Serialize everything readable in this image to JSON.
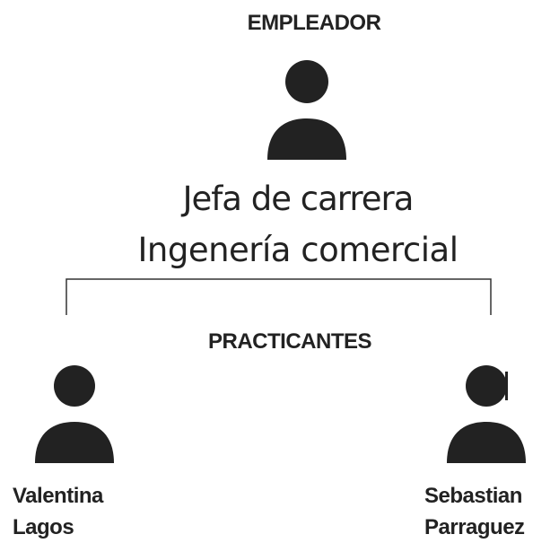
{
  "employer": {
    "heading": "EMPLEADOR",
    "title_line_1": "Jefa de carrera",
    "title_line_2": "Ingenería comercial",
    "icon": "person-icon"
  },
  "trainees": {
    "heading": "PRACTICANTES",
    "people": [
      {
        "first_name": "Valentina",
        "last_name": "Lagos",
        "icon": "person-icon"
      },
      {
        "first_name": "Sebastian",
        "last_name": "Parraguez",
        "icon": "person-icon"
      }
    ]
  },
  "colors": {
    "ink": "#222222",
    "line": "#333333",
    "background": "#ffffff"
  }
}
